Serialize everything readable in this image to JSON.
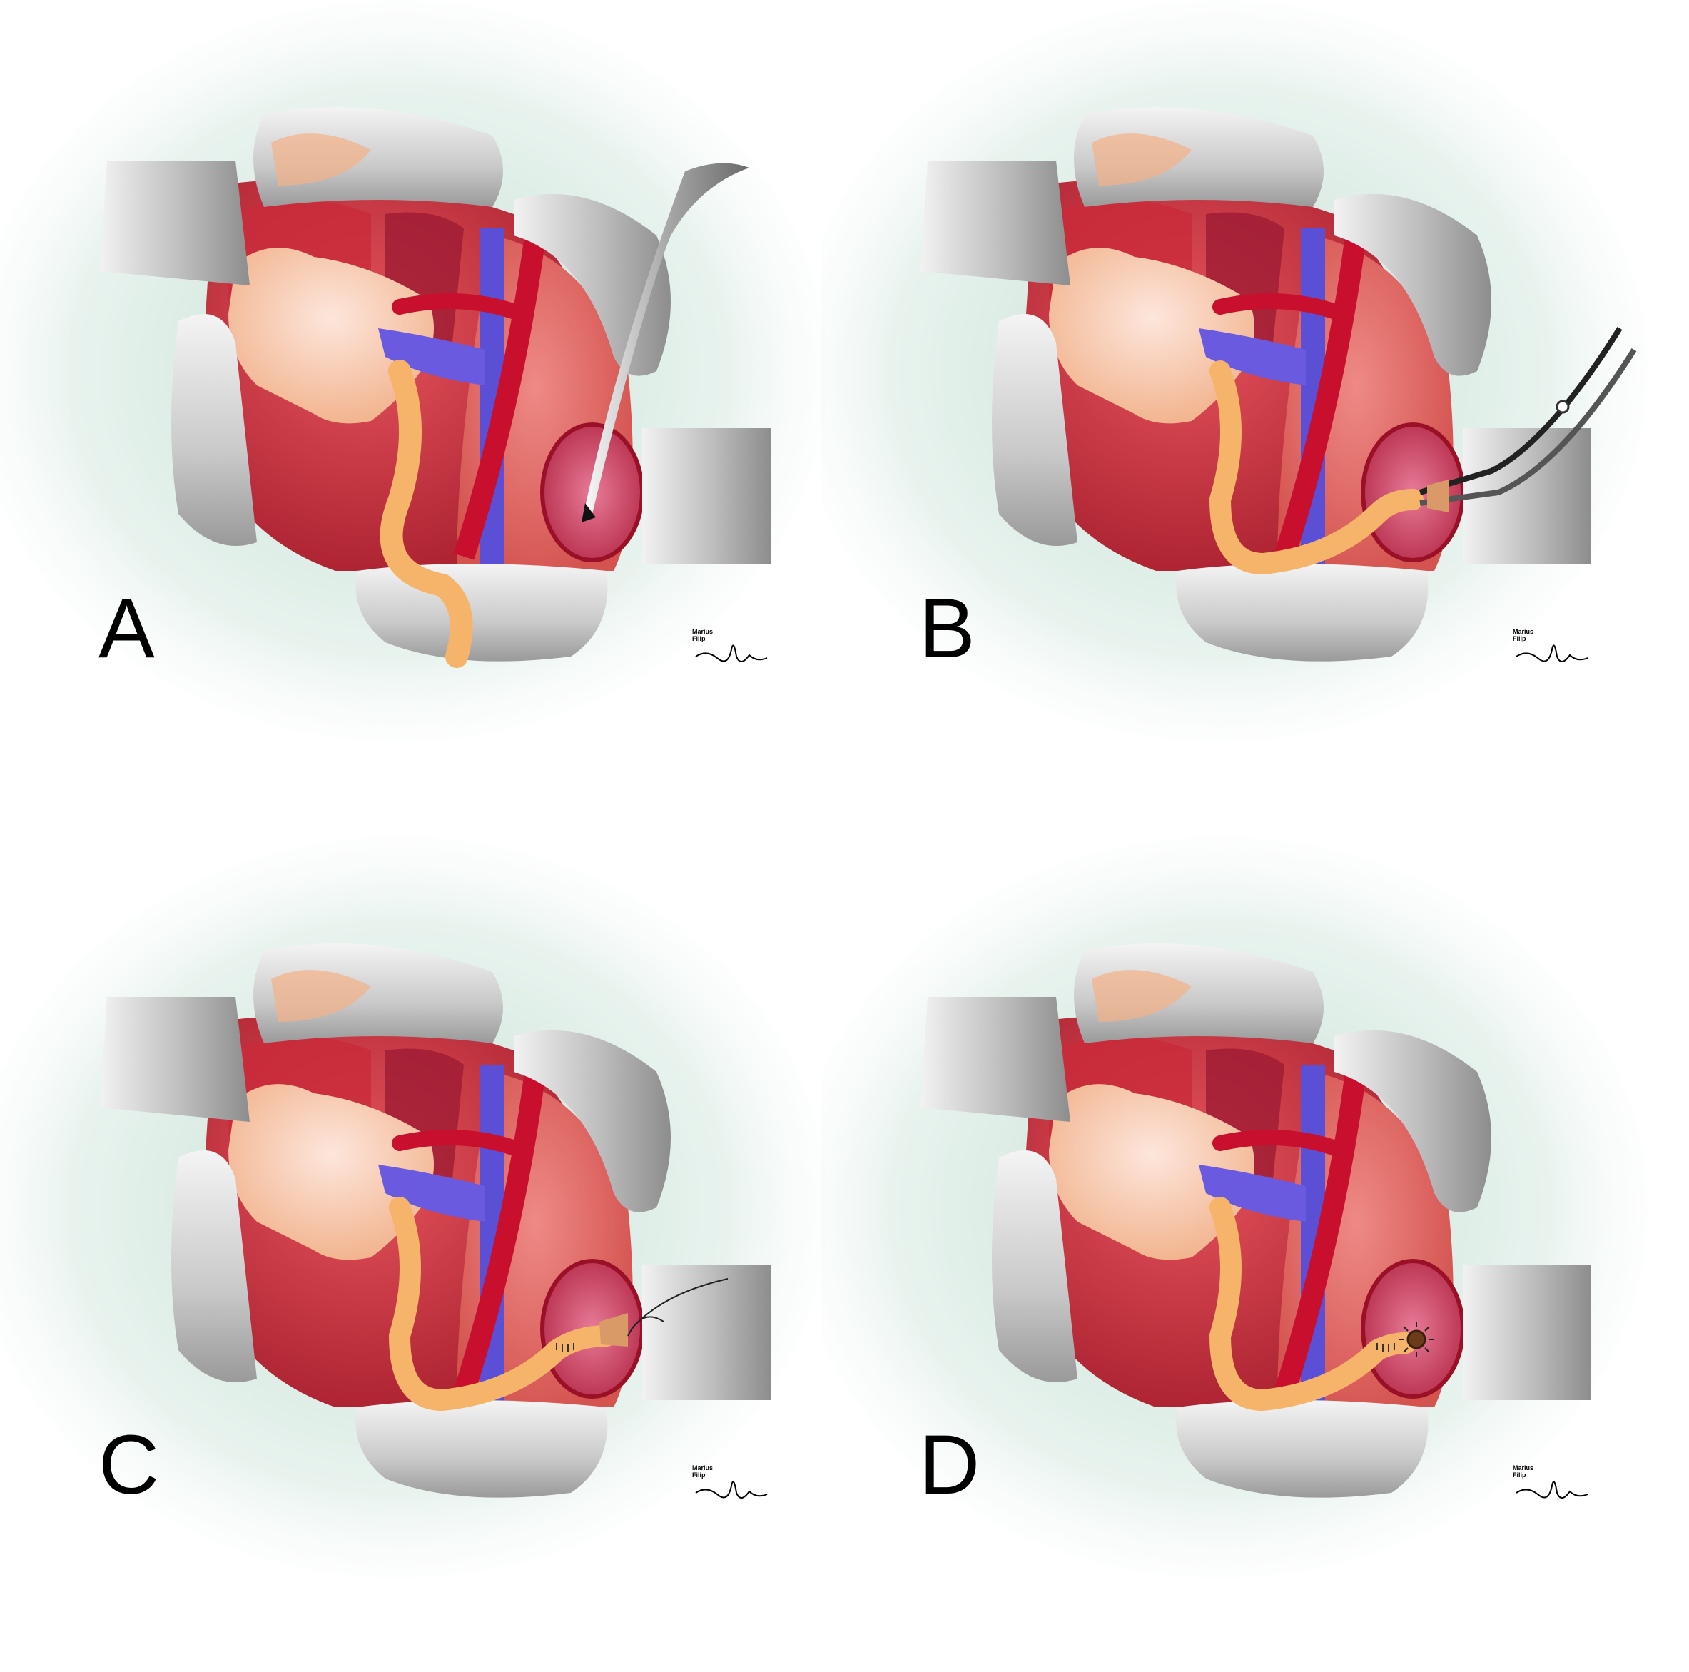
{
  "figure": {
    "panels": [
      {
        "id": "A",
        "label": "A",
        "step": "incision",
        "instrument": "scalpel"
      },
      {
        "id": "B",
        "label": "B",
        "step": "ureter-pull-through",
        "instrument": "forceps"
      },
      {
        "id": "C",
        "label": "C",
        "step": "suturing",
        "instrument": "suture-needle"
      },
      {
        "id": "D",
        "label": "D",
        "step": "completed-anastomosis",
        "instrument": "none"
      }
    ],
    "signature": {
      "line1": "Marius",
      "line2": "Filip"
    }
  },
  "colors": {
    "drape": "#d9ebe3",
    "retractor": "#cfcfcf",
    "tissue": "#d8343f",
    "fat": "#f6c6a8",
    "artery": "#c8102e",
    "vein": "#5b4fd6",
    "ureter": "#f5b46a",
    "bladder": "#b8203a",
    "mucosa": "#d95a7a"
  }
}
